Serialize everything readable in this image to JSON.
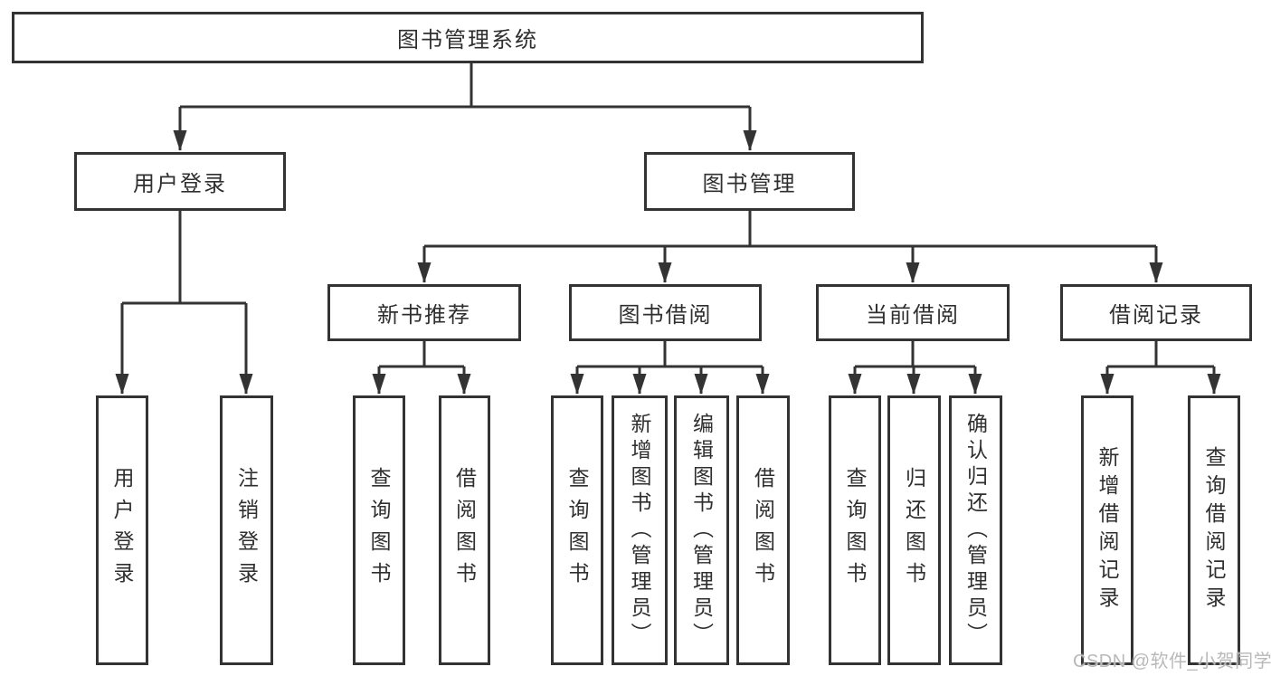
{
  "tree": {
    "label": "图书管理系统",
    "children": [
      {
        "label": "用户登录",
        "children": [
          {
            "label": "用户登录"
          },
          {
            "label": "注销登录"
          }
        ]
      },
      {
        "label": "图书管理",
        "children": [
          {
            "label": "新书推荐",
            "children": [
              {
                "label": "查询图书"
              },
              {
                "label": "借阅图书"
              }
            ]
          },
          {
            "label": "图书借阅",
            "children": [
              {
                "label": "查询图书"
              },
              {
                "label": "新增图书（管理员）"
              },
              {
                "label": "编辑图书（管理员）"
              },
              {
                "label": "借阅图书"
              }
            ]
          },
          {
            "label": "当前借阅",
            "children": [
              {
                "label": "查询图书"
              },
              {
                "label": "归还图书"
              },
              {
                "label": "确认归还（管理员）"
              }
            ]
          },
          {
            "label": "借阅记录",
            "children": [
              {
                "label": "新增借阅记录"
              },
              {
                "label": "查询借阅记录"
              }
            ]
          }
        ]
      }
    ]
  },
  "watermark": {
    "text": "CSDN @软件_小贺同学"
  },
  "colors": {
    "line": "#333333",
    "box_border": "#333333",
    "text": "#2f2f2f",
    "background": "#ffffff",
    "watermark": "#b9b9b9"
  }
}
